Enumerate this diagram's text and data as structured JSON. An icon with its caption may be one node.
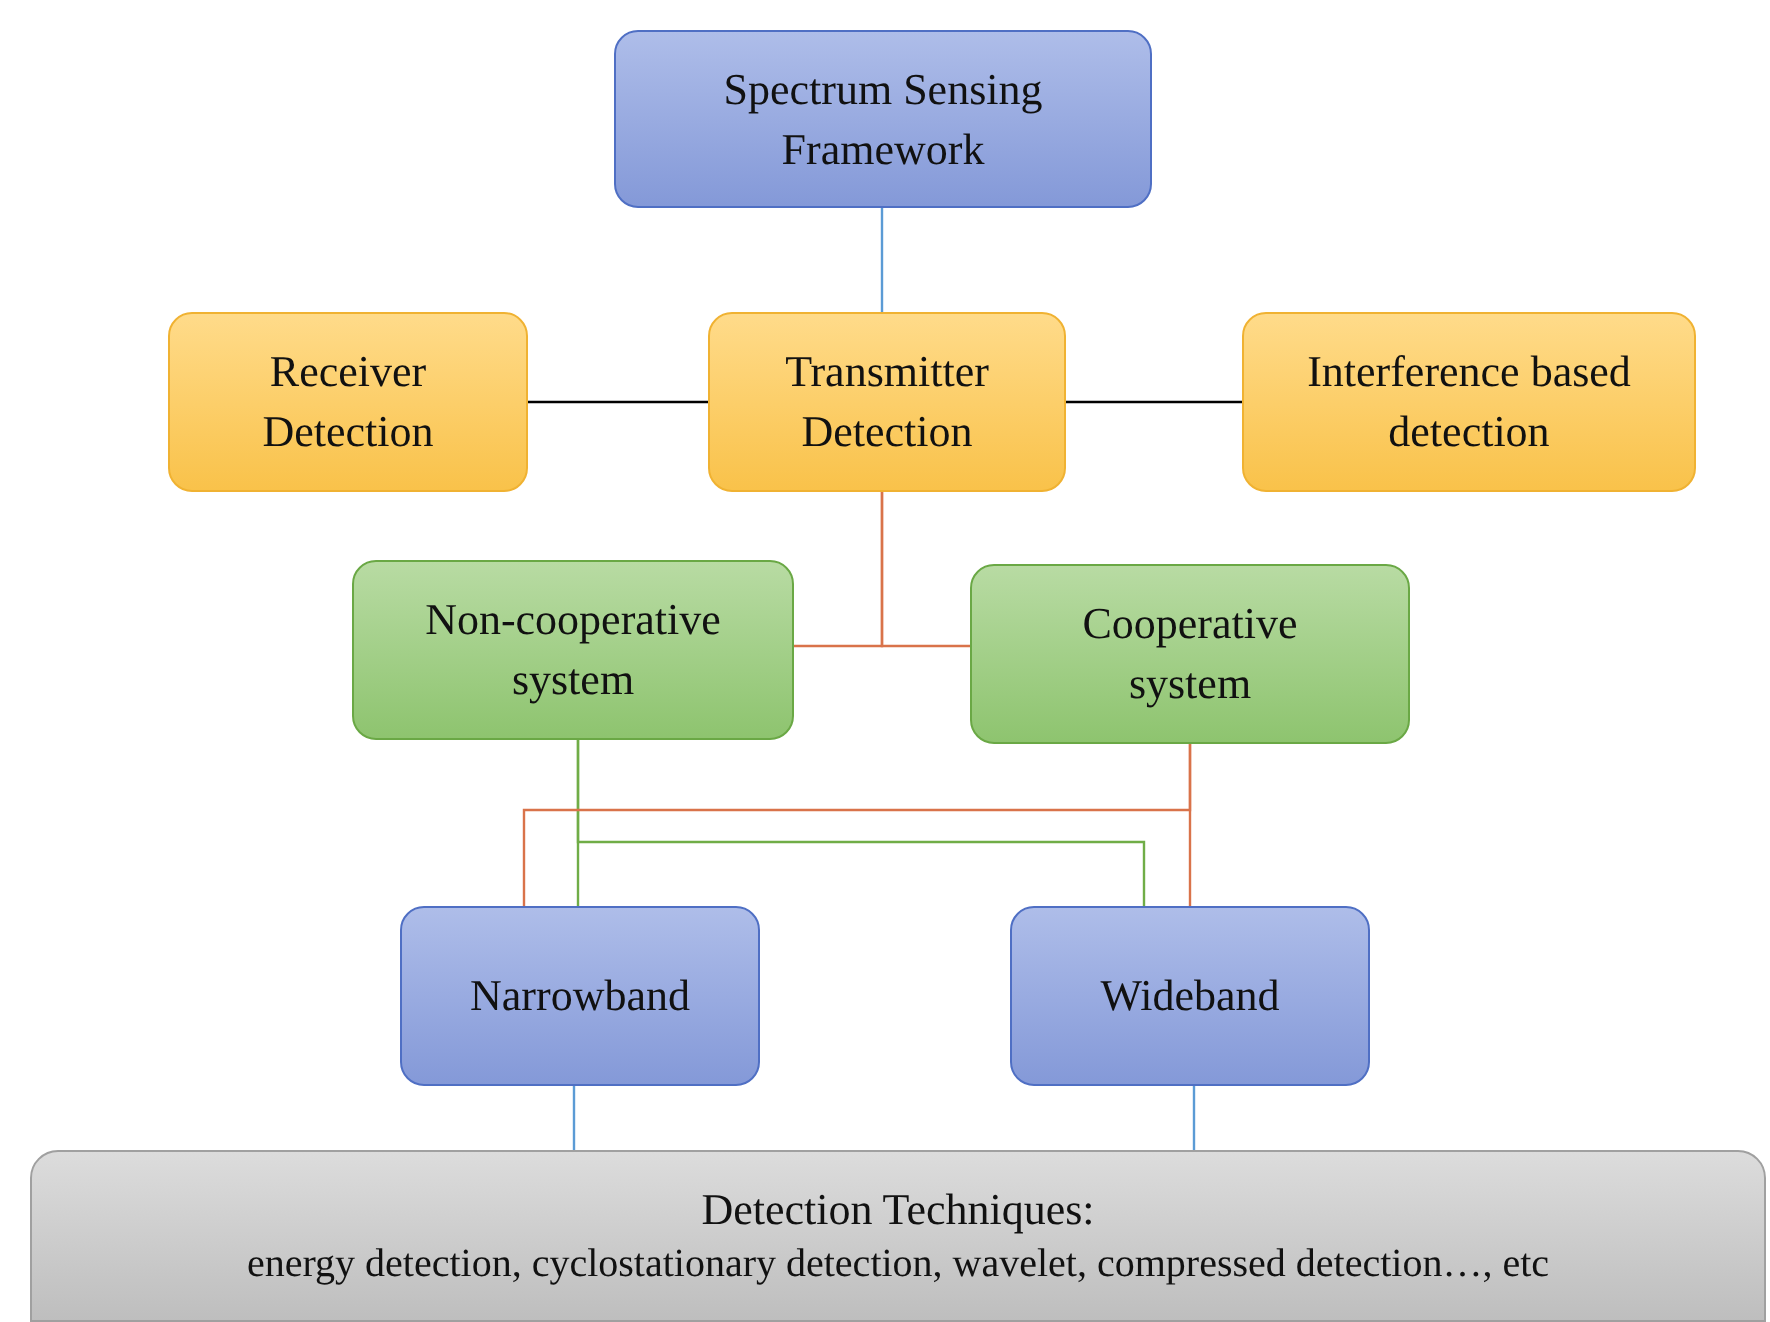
{
  "diagram": {
    "nodes": [
      {
        "text": [
          "Spectrum Sensing Framework"
        ]
      },
      {
        "text": [
          "Receiver Detection"
        ]
      },
      {
        "text": [
          "Transmitter Detection"
        ]
      },
      {
        "text": [
          "Interference based detection"
        ]
      },
      {
        "text": [
          "Non-cooperative system"
        ]
      },
      {
        "text": [
          "Cooperative system"
        ]
      },
      {
        "text": [
          "Narrowband"
        ]
      },
      {
        "text": [
          "Wideband"
        ]
      },
      {
        "text": [
          "Detection Techniques:",
          "energy detection, cyclostationary detection, wavelet, compressed detection…, etc"
        ]
      }
    ],
    "edges": [
      {
        "from": 0,
        "to": 2,
        "arrow": "none",
        "color": "#5b9bd5"
      },
      {
        "from": 1,
        "to": 2,
        "arrow": "none",
        "color": "#000000"
      },
      {
        "from": 2,
        "to": 3,
        "arrow": "none",
        "color": "#000000"
      },
      {
        "from": 2,
        "to": 4,
        "arrow": "none",
        "color": "#d9734a"
      },
      {
        "from": 2,
        "to": 5,
        "arrow": "none",
        "color": "#d9734a"
      },
      {
        "from": 4,
        "to": 6,
        "arrow": "none",
        "color": "#70ad47"
      },
      {
        "from": 4,
        "to": 7,
        "arrow": "none",
        "color": "#70ad47"
      },
      {
        "from": 5,
        "to": 6,
        "arrow": "none",
        "color": "#d9734a"
      },
      {
        "from": 5,
        "to": 7,
        "arrow": "none",
        "color": "#d9734a"
      },
      {
        "from": 6,
        "to": 8,
        "arrow": "none",
        "color": "#5b9bd5"
      },
      {
        "from": 7,
        "to": 8,
        "arrow": "none",
        "color": "#5b9bd5"
      }
    ]
  }
}
